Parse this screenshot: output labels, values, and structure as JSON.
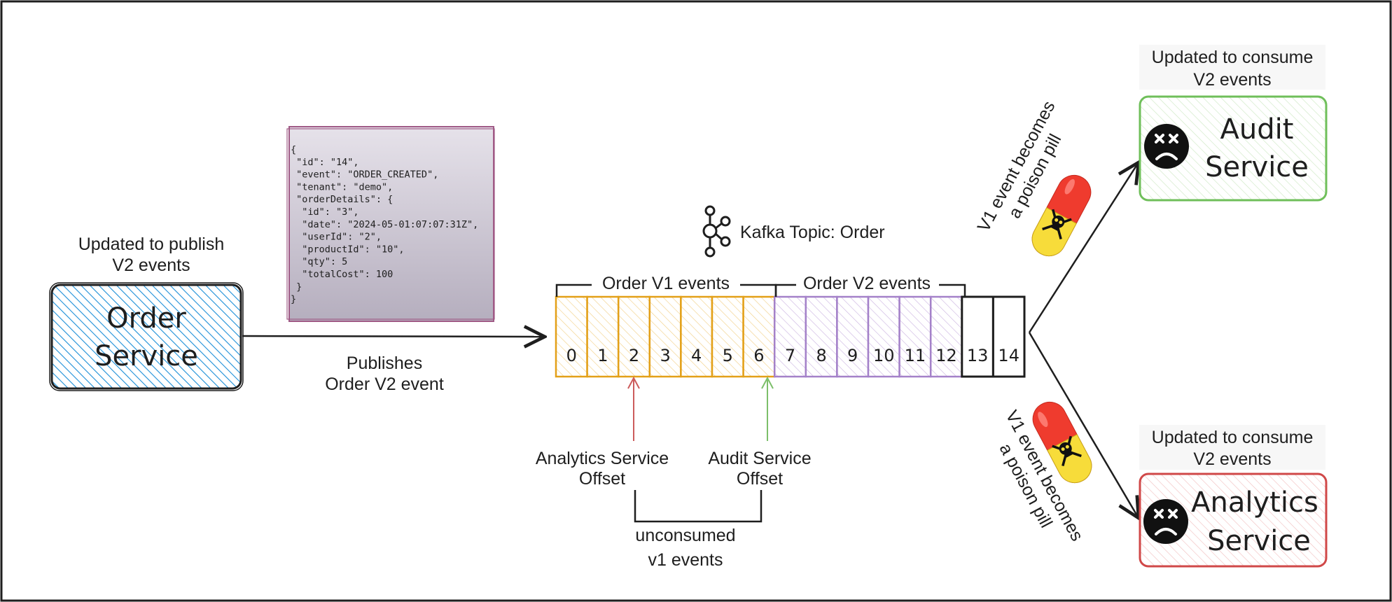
{
  "order_service": {
    "title_line1": "Order",
    "title_line2": "Service",
    "caption_line1": "Updated to publish",
    "caption_line2": "V2 events"
  },
  "publish": {
    "line1": "Publishes",
    "line2": "Order V2 event"
  },
  "payload": {
    "lines": [
      "{",
      " \"id\": \"14\",",
      " \"event\": \"ORDER_CREATED\",",
      " \"tenant\": \"demo\",",
      " \"orderDetails\": {",
      "  \"id\": \"3\",",
      "  \"date\": \"2024-05-01:07:07:31Z\",",
      "  \"userId\": \"2\",",
      "  \"productId\": \"10\",",
      "  \"qty\": 5",
      "  \"totalCost\": 100",
      " }",
      "}"
    ]
  },
  "kafka": {
    "label": "Kafka Topic: Order",
    "icon": "kafka-icon"
  },
  "topic": {
    "v1_label": "Order V1 events",
    "v2_label": "Order V2 events",
    "v1_offsets": [
      "0",
      "1",
      "2",
      "3",
      "4",
      "5",
      "6"
    ],
    "v2_offsets": [
      "7",
      "8",
      "9",
      "10",
      "11",
      "12"
    ],
    "new_offsets": [
      "13",
      "14"
    ]
  },
  "offsets": {
    "analytics_line1": "Analytics Service",
    "analytics_line2": "Offset",
    "audit_line1": "Audit Service",
    "audit_line2": "Offset",
    "unconsumed_line1": "unconsumed",
    "unconsumed_line2": "v1 events"
  },
  "audit_service": {
    "title_line1": "Audit",
    "title_line2": "Service",
    "caption_line1": "Updated to consume",
    "caption_line2": "V2 events",
    "icon": "sad-face-icon"
  },
  "analytics_service": {
    "title_line1": "Analytics",
    "title_line2": "Service",
    "caption_line1": "Updated to consume",
    "caption_line2": "V2 events",
    "icon": "sad-face-icon"
  },
  "poison_top": {
    "line1": "V1 event becomes",
    "line2": "a poison pill",
    "icon": "poison-pill-icon"
  },
  "poison_bottom": {
    "line1": "V1 event becomes",
    "line2": "a poison pill",
    "icon": "poison-pill-icon"
  },
  "colors": {
    "order_blue": "#1971c2",
    "order_fill": "#a5d8ff",
    "v1_orange": "#e3a018",
    "v2_purple": "#a481c9",
    "audit_green": "#6fbf5a",
    "analytics_red": "#d04848",
    "payload_border": "#a05a86"
  }
}
